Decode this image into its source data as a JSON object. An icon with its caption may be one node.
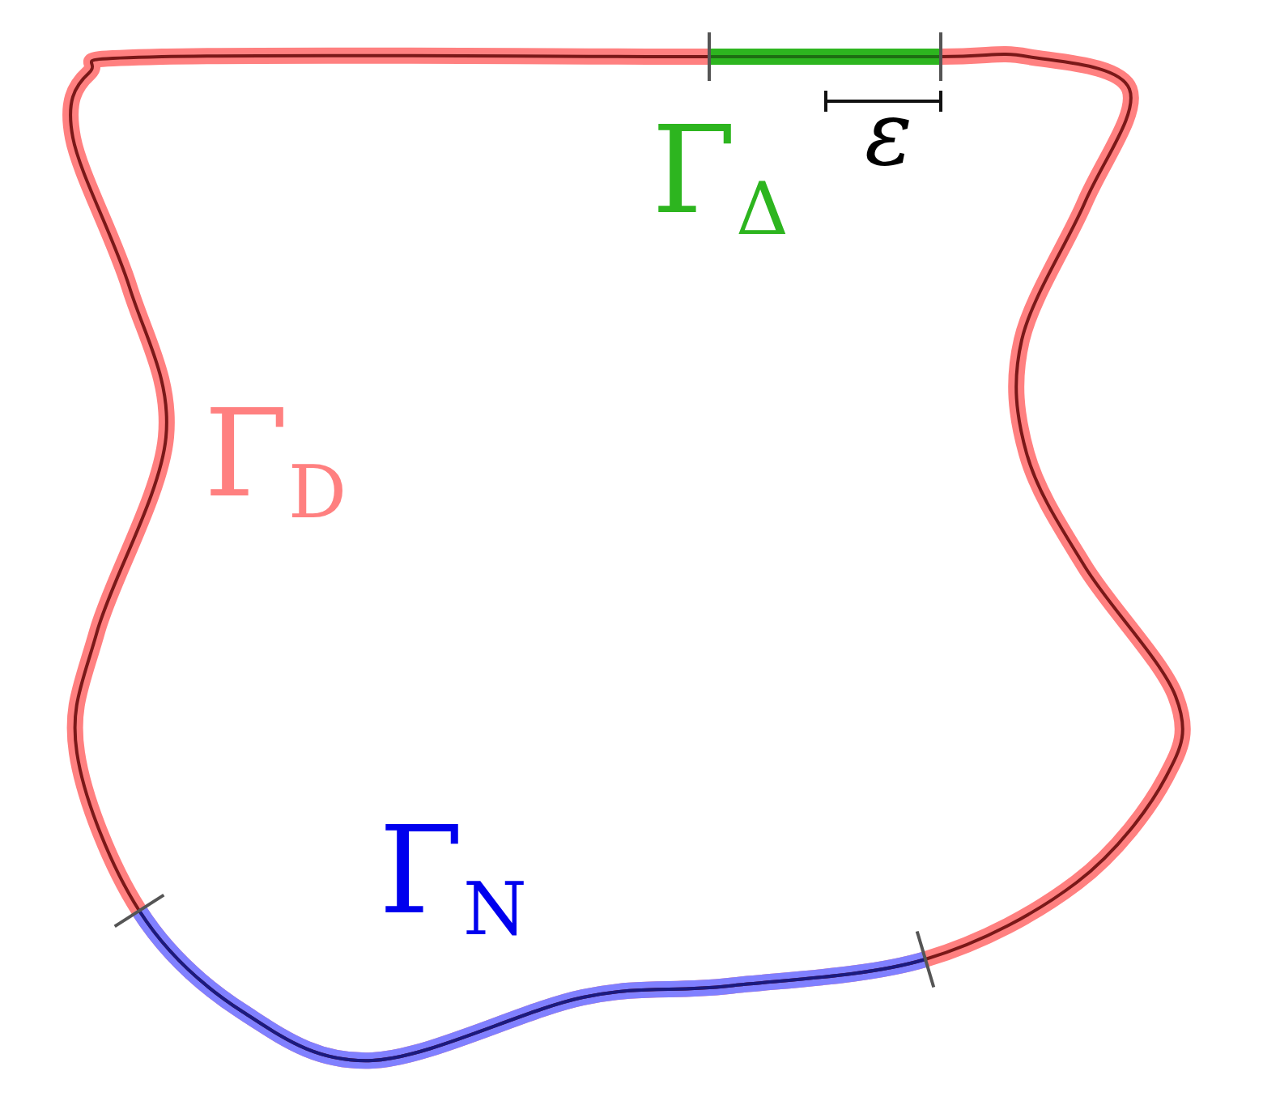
{
  "diagram": {
    "labels": [
      "Γ$_{Δ}$",
      "ε",
      "Γ$_{D}$",
      "Γ$_{N}$"
    ]
  }
}
